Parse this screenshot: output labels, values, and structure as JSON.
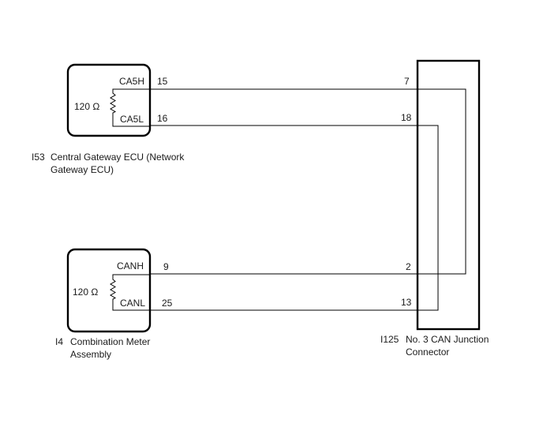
{
  "ecu_gateway": {
    "code": "I53",
    "name_line1": "Central Gateway ECU (Network",
    "name_line2": "Gateway ECU)",
    "resistor": "120 Ω",
    "pin_high_label": "CA5H",
    "pin_low_label": "CA5L",
    "pin_high_num": "15",
    "pin_low_num": "16"
  },
  "combination_meter": {
    "code": "I4",
    "name_line1": "Combination Meter",
    "name_line2": "Assembly",
    "resistor": "120 Ω",
    "pin_high_label": "CANH",
    "pin_low_label": "CANL",
    "pin_high_num": "9",
    "pin_low_num": "25"
  },
  "junction_connector": {
    "code": "I125",
    "name_line1": "No. 3 CAN Junction",
    "name_line2": "Connector",
    "pin_gw_high": "7",
    "pin_gw_low": "18",
    "pin_meter_high": "2",
    "pin_meter_low": "13"
  }
}
